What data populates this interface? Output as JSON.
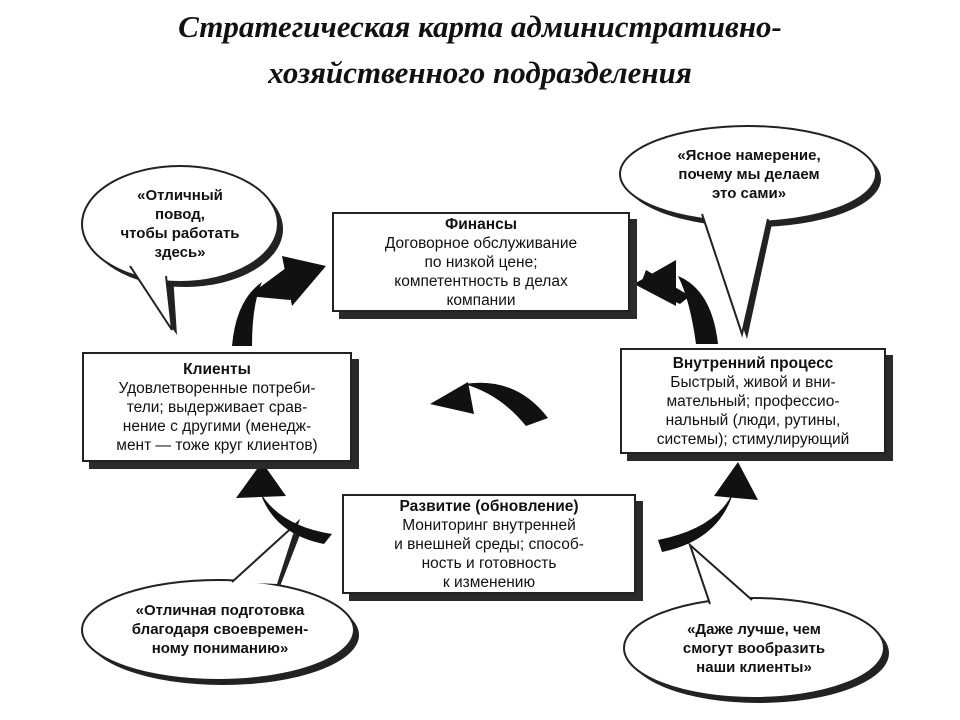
{
  "title": {
    "line1": "Стратегическая карта административно-",
    "line2": "хозяйственного подразделения"
  },
  "boxes": {
    "finance": {
      "heading": "Финансы",
      "text": "Договорное обслуживание\nпо низкой цене;\nкомпетентность в делах\nкомпании"
    },
    "clients": {
      "heading": "Клиенты",
      "text": "Удовлетворенные потреби-\nтели; выдерживает срав-\nнение с другими (менедж-\nмент — тоже круг клиентов)"
    },
    "internal": {
      "heading": "Внутренний процесс",
      "text": "Быстрый, живой и вни-\nмательный; профессио-\nнальный (люди, рутины,\nсистемы); стимулирующий"
    },
    "development": {
      "heading": "Развитие (обновление)",
      "text": "Мониторинг внутренней\nи внешней среды; способ-\nность и готовность\nк изменению"
    }
  },
  "bubbles": {
    "top_left": "«Отличный\nповод,\nчтобы работать\nздесь»",
    "top_right": "«Ясное намерение,\nпочему мы делаем\nэто сами»",
    "bottom_left": "«Отличная подготовка\nблагодаря своевремен-\nному пониманию»",
    "bottom_right": "«Даже лучше, чем\nсмогут вообразить\nнаши клиенты»"
  }
}
